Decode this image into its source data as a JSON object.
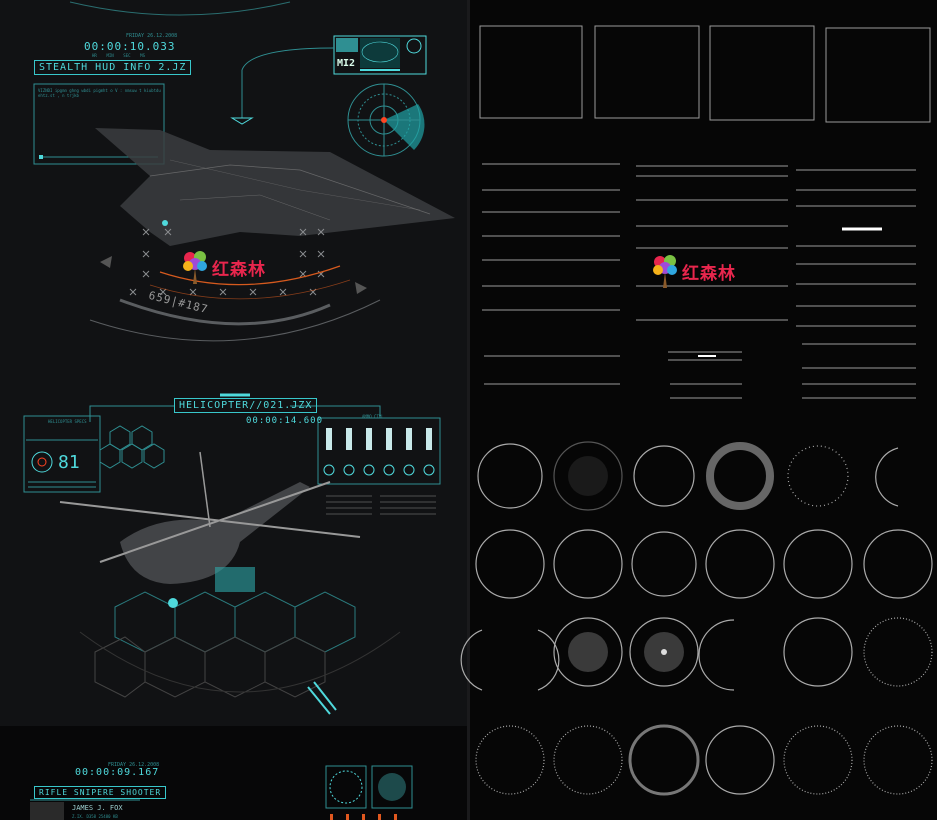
{
  "stealth": {
    "date": "FRIDAY 26.12.2008",
    "timecode": "00:00:10.033",
    "tc_sub": "HR    MIN    SEC    MS",
    "title": "STEALTH HUD INFO 2.JZ",
    "mi2": "MI2",
    "info_text": "VIZNDI ipgmn ghng wbdi pigmht o V : nmsuw t kiubtdu ehtz.st , n trjkb",
    "id_text": "659|#187"
  },
  "helicopter": {
    "title": "HELICOPTER//021.JZX",
    "timecode": "00:00:14.600",
    "counter": "81",
    "spec_title": "HELICOPTER SPECS",
    "ammo_title": "AMMO CTRL"
  },
  "rifle": {
    "date": "FRIDAY 26.12.2008",
    "timecode": "00:00:09.167",
    "title": "RIFLE SNIPERE SHOOTER",
    "name": "JAMES J. FOX",
    "sub": "Z.IX. D358 25480 KB"
  },
  "watermark": {
    "text": "红森林"
  },
  "colors": {
    "cyan": "#4fd9dc",
    "bg_left": "#111214",
    "bg_right": "#060606",
    "logo_red": "#e8264d"
  }
}
